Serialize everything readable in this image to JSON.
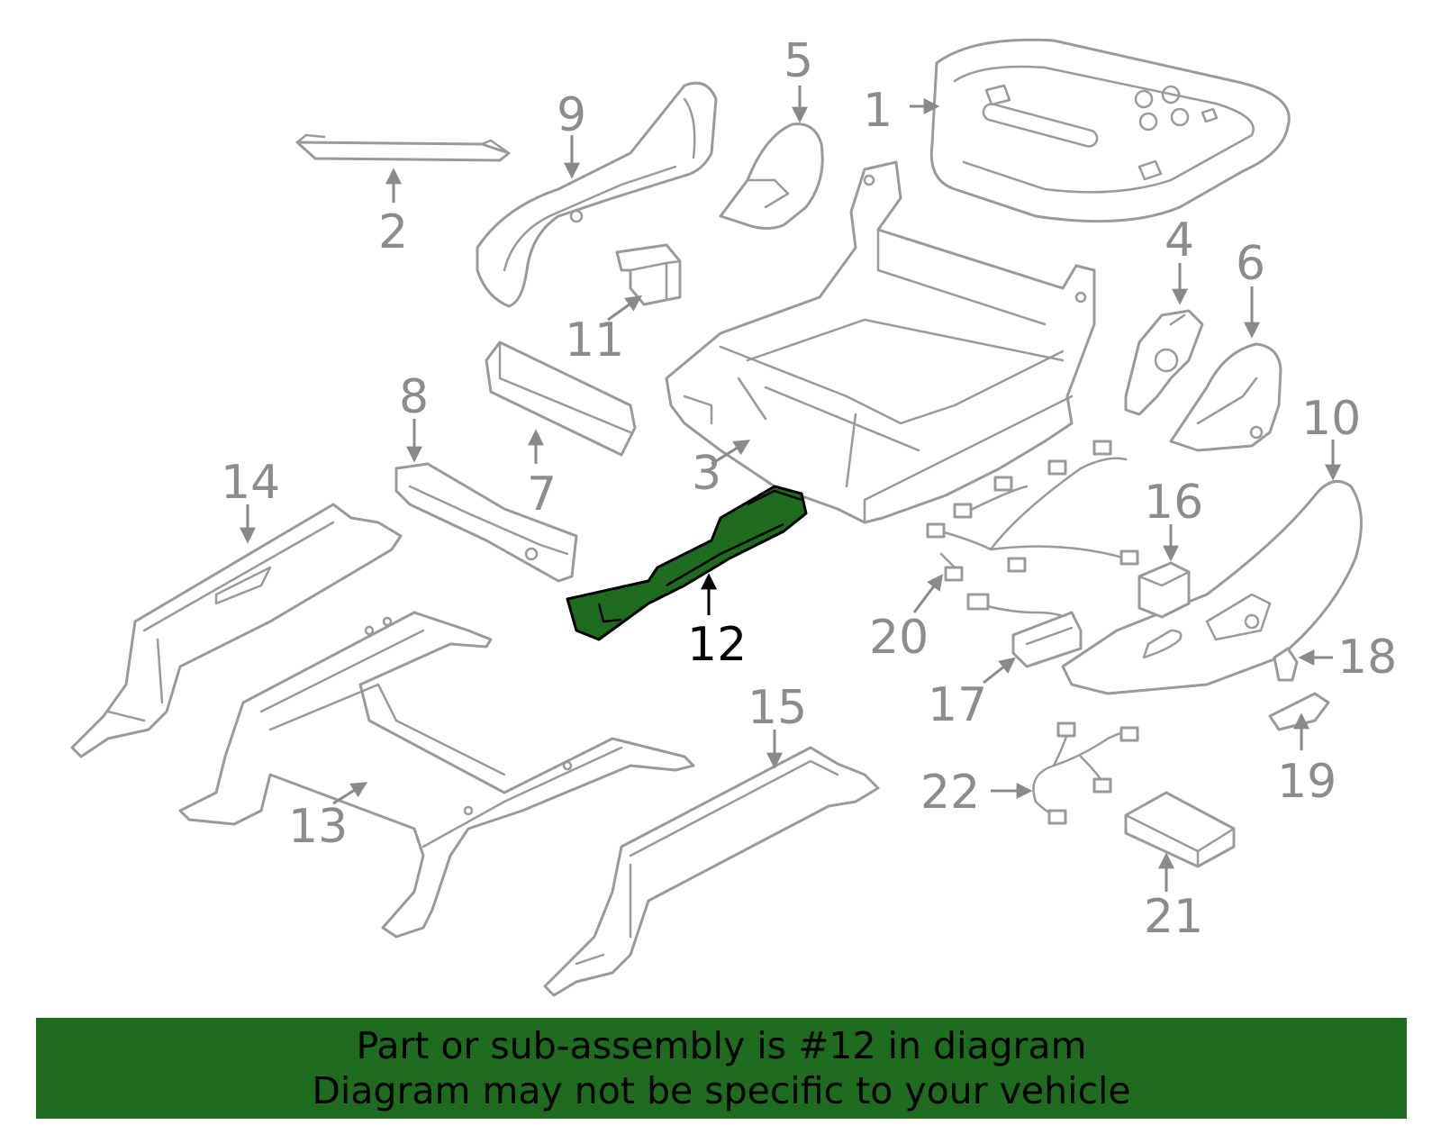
{
  "highlight_color": "#1f6b1f",
  "highlighted_part": "12",
  "callouts": {
    "c1": "1",
    "c2": "2",
    "c3": "3",
    "c4": "4",
    "c5": "5",
    "c6": "6",
    "c7": "7",
    "c8": "8",
    "c9": "9",
    "c10": "10",
    "c11": "11",
    "c12": "12",
    "c13": "13",
    "c14": "14",
    "c15": "15",
    "c16": "16",
    "c17": "17",
    "c18": "18",
    "c19": "19",
    "c20": "20",
    "c21": "21",
    "c22": "22"
  },
  "banner": {
    "line1": "Part or sub-assembly is #12 in diagram",
    "line2": "Diagram may not be specific to your vehicle"
  }
}
